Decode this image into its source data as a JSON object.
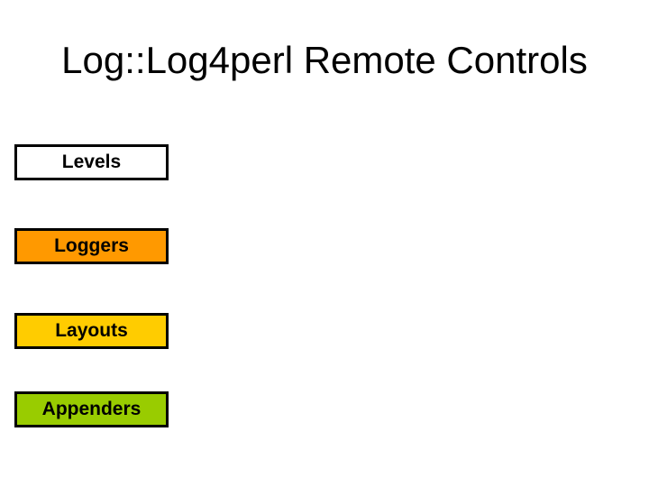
{
  "slide": {
    "title": "Log::Log4perl Remote Controls",
    "background_color": "#FFFFFF",
    "text_color": "#000000",
    "border_color": "#000000"
  },
  "boxes": [
    {
      "label": "Levels",
      "fill": "#FFFFFF"
    },
    {
      "label": "Loggers",
      "fill": "#FF9900"
    },
    {
      "label": "Layouts",
      "fill": "#FFCC00"
    },
    {
      "label": "Appenders",
      "fill": "#99CC00"
    }
  ]
}
